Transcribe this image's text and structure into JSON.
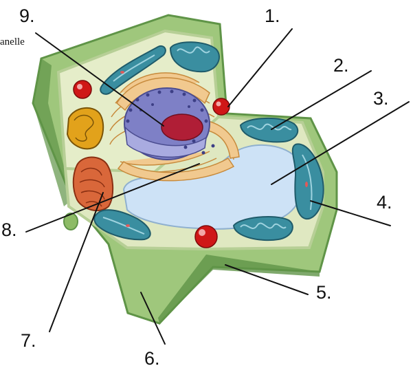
{
  "corner_text": "anelle",
  "labels": {
    "l1": "1.",
    "l2": "2.",
    "l3": "3.",
    "l4": "4.",
    "l5": "5.",
    "l6": "6.",
    "l7": "7.",
    "l8": "8.",
    "l9": "9."
  },
  "colors": {
    "cell_wall_outer": "#8dbb66",
    "cell_wall_dark": "#5f9447",
    "cell_wall_light": "#c8dfae",
    "cytoplasm": "#e3ecc7",
    "vacuole": "#cde2f6",
    "vacuole_border": "#8fb0cf",
    "nucleus": "#7e80c6",
    "nucleolus": "#b01e36",
    "golgi": "#f1c98f",
    "mitochondrion": "#e2a21b",
    "chloroplast": "#3a8ea0",
    "ribosome_red": "#cf1717",
    "rough_er": "#d9673a",
    "plasmodesma_cut": "#e0a91a"
  }
}
